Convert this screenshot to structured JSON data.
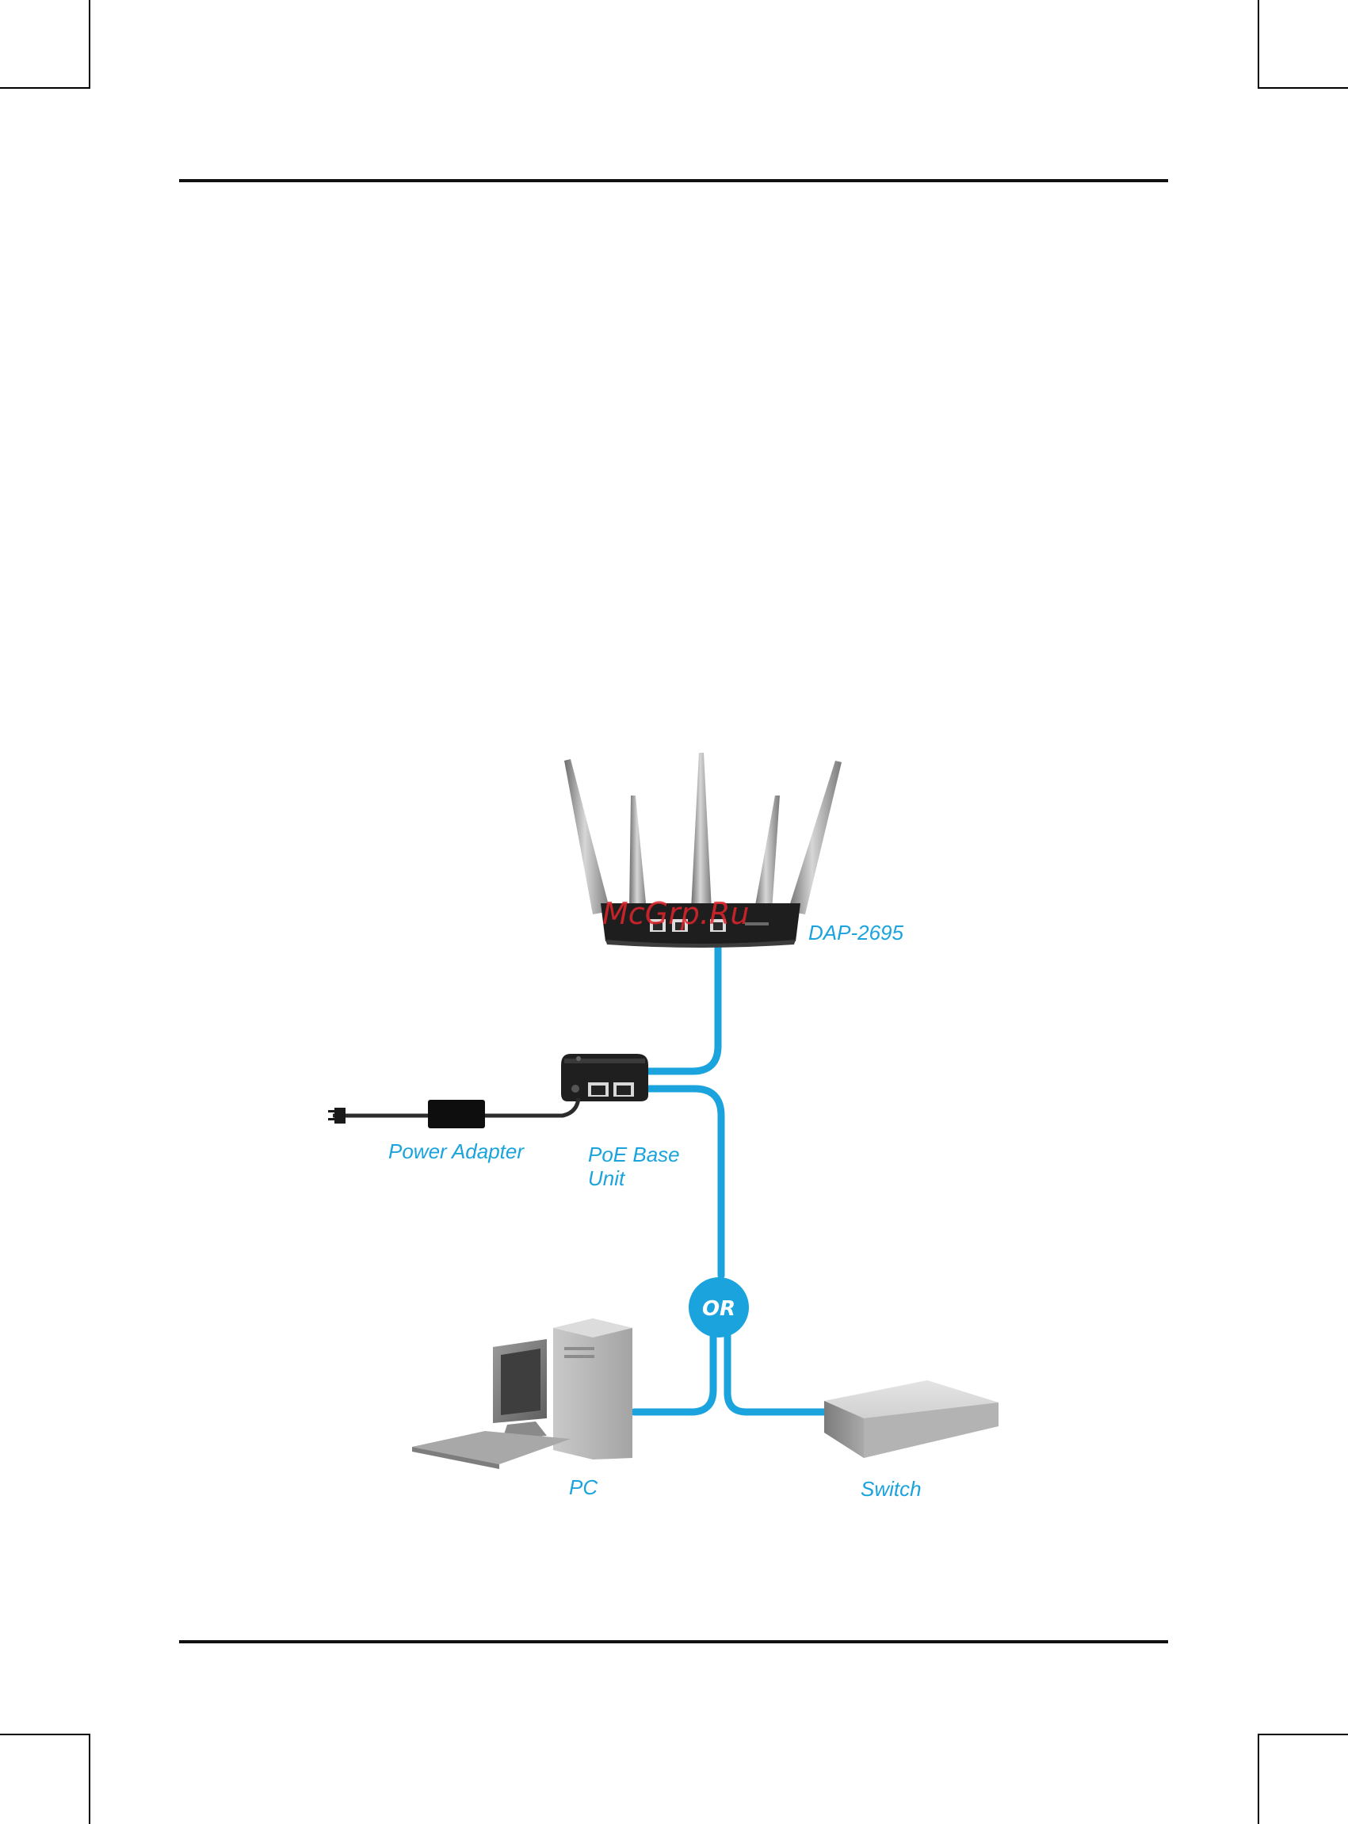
{
  "labels": {
    "access_point": "DAP-2695",
    "poe_line1": "PoE Base",
    "poe_line2": "Unit",
    "power_adapter": "Power Adapter",
    "pc": "PC",
    "switch": "Switch",
    "or": "OR"
  },
  "watermark": "McGrp.Ru",
  "colors": {
    "cable": "#1aa3dc",
    "label": "#1aa3dc",
    "watermark": "#e0242b"
  }
}
